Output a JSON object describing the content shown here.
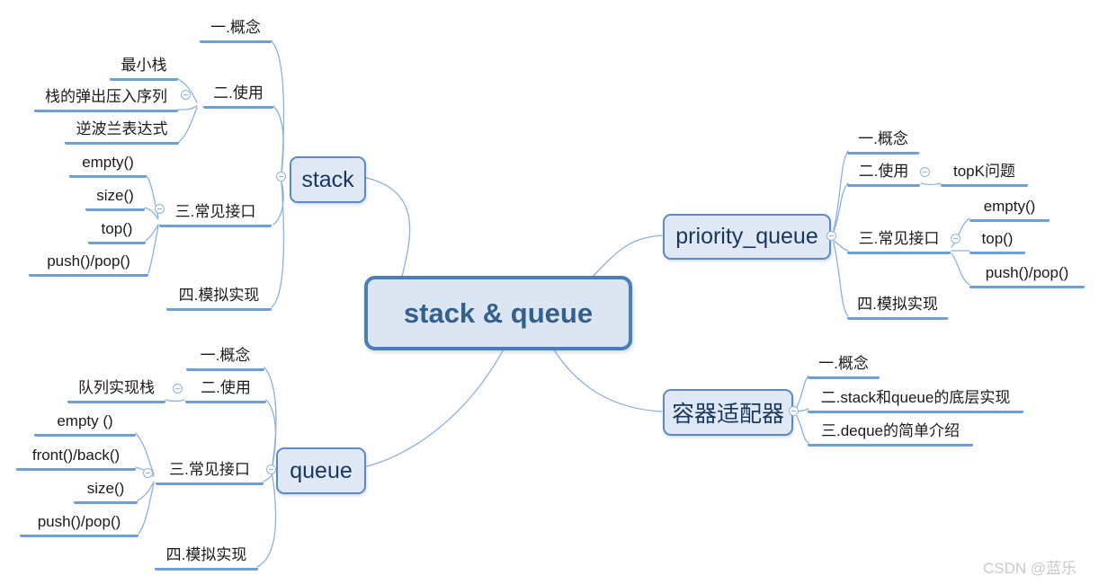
{
  "root": {
    "label": "stack & queue"
  },
  "branches": {
    "stack": {
      "label": "stack",
      "children": [
        {
          "label": "一.概念"
        },
        {
          "label": "二.使用",
          "children": [
            {
              "label": "最小栈"
            },
            {
              "label": "栈的弹出压入序列"
            },
            {
              "label": "逆波兰表达式"
            }
          ]
        },
        {
          "label": "三.常见接口",
          "children": [
            {
              "label": "empty()"
            },
            {
              "label": "size()"
            },
            {
              "label": "top()"
            },
            {
              "label": "push()/pop()"
            }
          ]
        },
        {
          "label": "四.模拟实现"
        }
      ]
    },
    "queue": {
      "label": "queue",
      "children": [
        {
          "label": "一.概念"
        },
        {
          "label": "二.使用",
          "children": [
            {
              "label": "队列实现栈"
            }
          ]
        },
        {
          "label": "三.常见接口",
          "children": [
            {
              "label": "empty ()"
            },
            {
              "label": "front()/back()"
            },
            {
              "label": "size()"
            },
            {
              "label": "push()/pop()"
            }
          ]
        },
        {
          "label": "四.模拟实现"
        }
      ]
    },
    "priority_queue": {
      "label": "priority_queue",
      "children": [
        {
          "label": "一.概念"
        },
        {
          "label": "二.使用",
          "children": [
            {
              "label": "topK问题"
            }
          ]
        },
        {
          "label": "三.常见接口",
          "children": [
            {
              "label": "empty()"
            },
            {
              "label": "top()"
            },
            {
              "label": "push()/pop()"
            }
          ]
        },
        {
          "label": "四.模拟实现"
        }
      ]
    },
    "container_adapter": {
      "label": "容器适配器",
      "children": [
        {
          "label": "一.概念"
        },
        {
          "label": "二.stack和queue的底层实现"
        },
        {
          "label": "三.deque的简单介绍"
        }
      ]
    }
  },
  "icons": {
    "collapse": "minus-circle"
  },
  "watermark": "CSDN @蓝乐",
  "colors": {
    "root_border": "#4a7ebb",
    "topic_border": "#5b8ac6",
    "node_fill": "#dce6f2",
    "connector_line": "#8cb0de",
    "underline": "#6d9ed6",
    "root_text": "#33608c",
    "topic_text": "#17375e",
    "leaf_text": "#1a1a1a",
    "watermark_text": "#c9c9c9"
  }
}
